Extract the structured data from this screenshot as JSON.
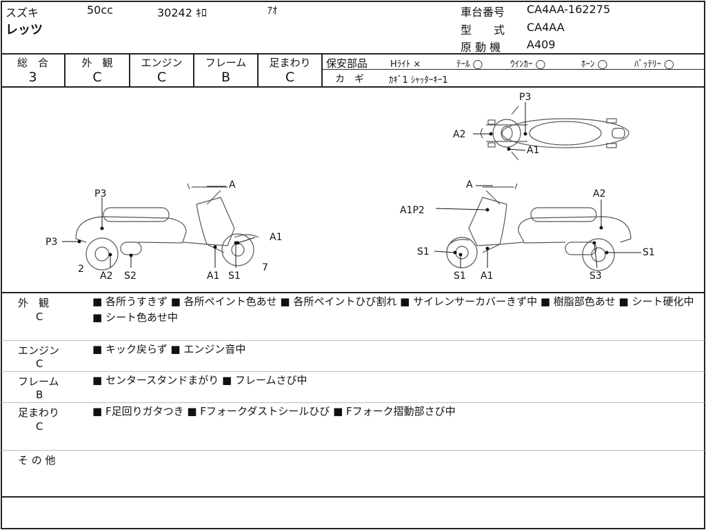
{
  "header": {
    "maker": "スズキ",
    "model": "レッツ",
    "displacement": "50cc",
    "mileage": "30242 ｷﾛ",
    "color": "ｱｵ",
    "frame_no_label": "車台番号",
    "frame_no": "CA4AA-162275",
    "type_label": "型　　式",
    "type": "CA4AA",
    "engine_label": "原 動 機",
    "engine": "A409"
  },
  "scores": [
    {
      "label": "総　合",
      "value": "3"
    },
    {
      "label": "外　観",
      "value": "C"
    },
    {
      "label": "エンジン",
      "value": "C"
    },
    {
      "label": "フレーム",
      "value": "B"
    },
    {
      "label": "足まわり",
      "value": "C"
    }
  ],
  "safety": {
    "label": "保安部品",
    "items": [
      "Hﾗｲﾄ ×",
      "ﾃｰﾙ ◯",
      "ｳｲﾝｶｰ ◯",
      "ﾎｰﾝ ◯",
      "ﾊﾞｯﾃﾘｰ ◯"
    ],
    "key_label": "カ　ギ",
    "key_value": "ｶｷﾞ1 ｼｬｯﾀｰｷｰ1"
  },
  "diagram": {
    "top": [
      "P3",
      "A2",
      "A1"
    ],
    "left": [
      "A",
      "P3",
      "P3",
      "A1",
      "2",
      "7",
      "A2",
      "S2",
      "A1",
      "S1"
    ],
    "right": [
      "A",
      "A2",
      "A1P2",
      "S1",
      "S1",
      "S1",
      "A1",
      "S3"
    ]
  },
  "comments": [
    {
      "label": "外　観",
      "grade": "C",
      "text": "■ 各所うすきず ■ 各所ペイント色あせ ■ 各所ペイントひび割れ ■ サイレンサーカバーきず中 ■ 樹脂部色あせ ■ シート硬化中 ■ シート色あせ中"
    },
    {
      "label": "エンジン",
      "grade": "C",
      "text": "■ キック戻らず ■ エンジン音中"
    },
    {
      "label": "フレーム",
      "grade": "B",
      "text": "■ センタースタンドまがり ■ フレームさび中"
    },
    {
      "label": "足まわり",
      "grade": "C",
      "text": "■ F足回りガタつき ■ Fフォークダストシールひび ■ Fフォーク摺動部さび中"
    },
    {
      "label": "そ の 他",
      "grade": "",
      "text": ""
    }
  ]
}
